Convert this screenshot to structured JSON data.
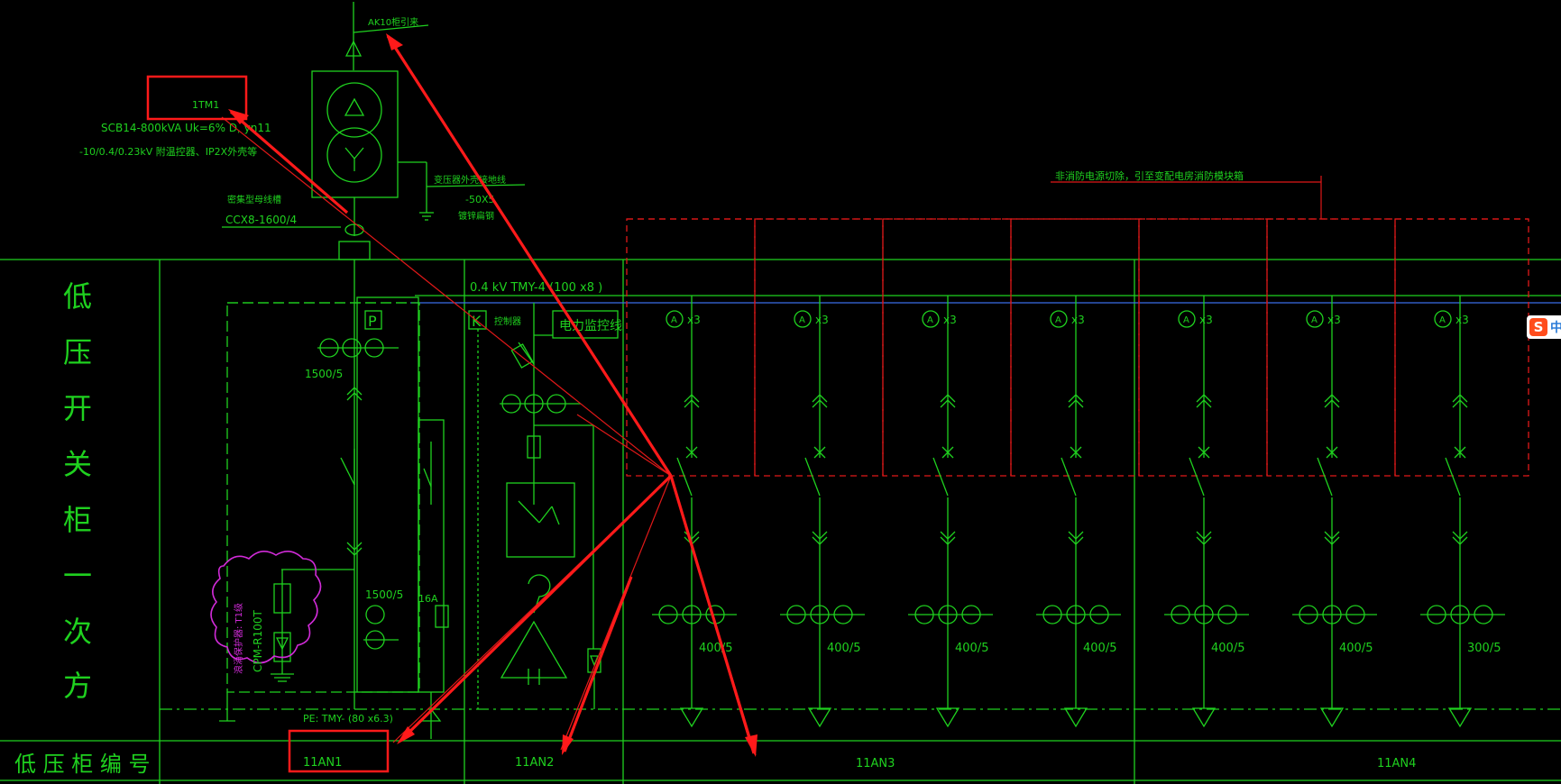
{
  "source_label": "AK10柜引来",
  "transformer": {
    "tag": "1TM1",
    "model": "SCB14-800kVA   Uk=6%  D, yn11",
    "spec": "-10/0.4/0.23kV  附温控器、IP2X外壳等",
    "neutral_label": "变压器外壳接地线",
    "neutral_size": "-50X5",
    "neutral_material": "镀锌扁钢"
  },
  "busduct": {
    "label": "密集型母线槽",
    "model": "CCX8-1600/4"
  },
  "busbar_label": "0.4 kV  TMY-4 (100 x8 )",
  "controller_label": "控制器",
  "monitor_label": "电力监控线",
  "fire_cut_label": "非消防电源切除，引至变配电房消防模块箱",
  "incomer": {
    "ct": "1500/5",
    "ct2": "1500/5",
    "fuse": "16A",
    "p_meter": "P",
    "k_meter": "K"
  },
  "spd": {
    "label": "浪涌保护器: T1级",
    "model": "CPM-R100T"
  },
  "pe_label": "PE: TMY- (80 x6.3)",
  "vertical_title": [
    "低",
    "压",
    "开",
    "关",
    "柜",
    "一",
    "次",
    "方",
    "案"
  ],
  "cabinet_row_label": "低 压 柜 编 号",
  "cabinets": [
    "11AN1",
    "11AN2",
    "11AN3",
    "11AN4"
  ],
  "feeders": [
    {
      "ct": "400/5",
      "meter": "A",
      "mult": "x3"
    },
    {
      "ct": "400/5",
      "meter": "A",
      "mult": "x3"
    },
    {
      "ct": "400/5",
      "meter": "A",
      "mult": "x3"
    },
    {
      "ct": "400/5",
      "meter": "A",
      "mult": "x3"
    },
    {
      "ct": "400/5",
      "meter": "A",
      "mult": "x3"
    },
    {
      "ct": "400/5",
      "meter": "A",
      "mult": "x3"
    },
    {
      "ct": "300/5",
      "meter": "A",
      "mult": "x3"
    }
  ],
  "ime": {
    "logo": "S",
    "char": "中"
  },
  "colors": {
    "line": "#1fd11f",
    "annotation": "#ff1a1a",
    "cloud": "#d12bd8",
    "bus": "#3a6ee8",
    "background": "#000000"
  }
}
